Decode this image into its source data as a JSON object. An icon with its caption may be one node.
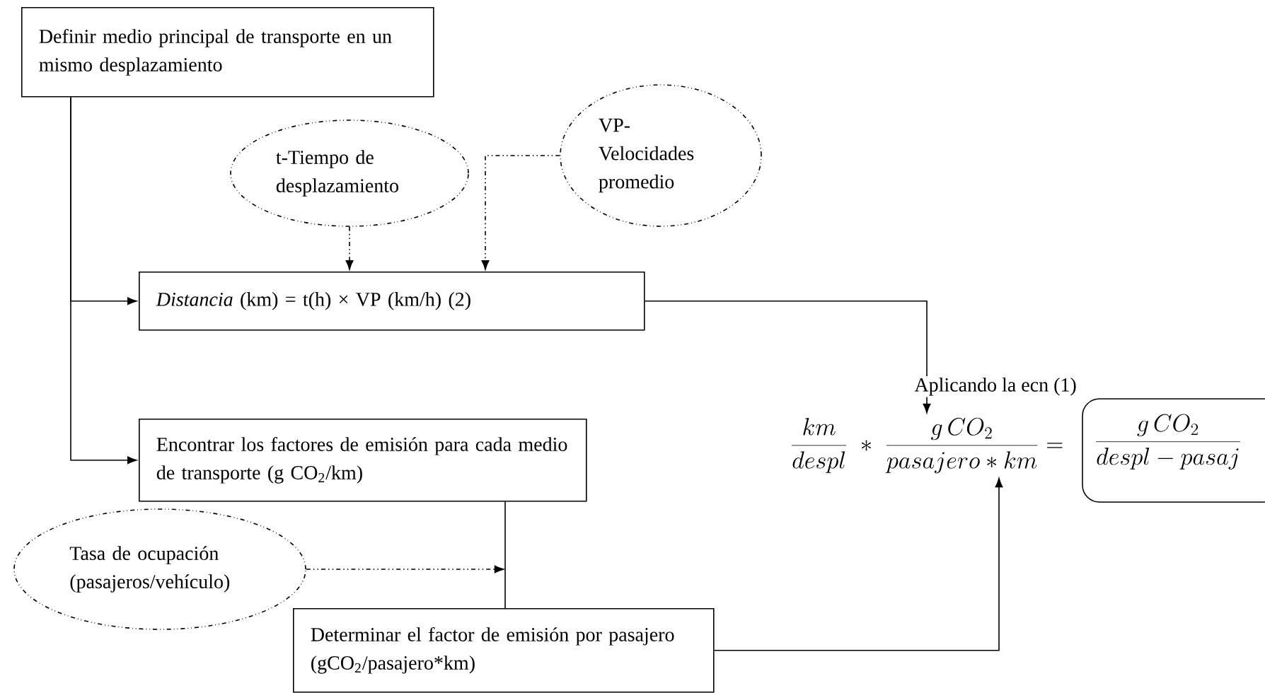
{
  "diagram": {
    "nodes": [
      {
        "text": [
          "Definir medio principal de transporte en un mismo desplazamiento"
        ]
      },
      {
        "text": [
          "t-Tiempo de desplazamiento"
        ]
      },
      {
        "text": [
          "VP- Velocidades promedio"
        ]
      },
      {
        "text": [
          "*Distancia* (km) = t(h) × VP (km/h) (2)"
        ]
      },
      {
        "text": [
          "\\frac{km}{despl}\\;*\\;\\frac{g\\,CO_2}{pasajero*km} ="
        ]
      },
      {
        "text": [
          "\\frac{g\\,CO_2}{despl-pasaj}"
        ]
      },
      {
        "text": [
          "Encontrar los factores de emisión para cada medio de transporte (g CO$_{2}$/km)"
        ]
      },
      {
        "text": [
          "Tasa de ocupación (pasajeros/vehículo)"
        ]
      },
      {
        "text": [
          "Determinar el factor de emisión por pasajero (gCO$_{2}$/pasajero*km)"
        ]
      }
    ],
    "edges": [
      {
        "from": 0,
        "to": 3,
        "arrow": "to"
      },
      {
        "from": 0,
        "to": 6,
        "arrow": "to"
      },
      {
        "from": 1,
        "to": 3,
        "arrow": "to",
        "style": "dashed"
      },
      {
        "from": 2,
        "to": 3,
        "arrow": "to",
        "style": "dashed"
      },
      {
        "from": 3,
        "to": 4,
        "arrow": "to",
        "label": "Aplicando la ecn (1)"
      },
      {
        "from": 6,
        "to": 8,
        "arrow": "none"
      },
      {
        "from": 7,
        "to": null,
        "arrow": "to",
        "style": "dashed"
      },
      {
        "from": 8,
        "to": 4,
        "arrow": "to"
      }
    ]
  }
}
